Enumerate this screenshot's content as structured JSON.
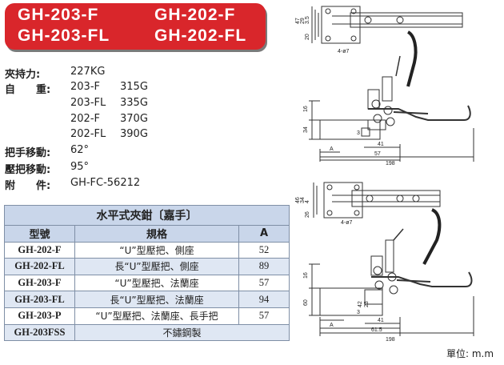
{
  "models": {
    "m1": "GH-203-F",
    "m2": "GH-202-F",
    "m3": "GH-203-FL",
    "m4": "GH-202-FL"
  },
  "specs": {
    "force_label": "夾持力:",
    "force_value": "227KG",
    "weight_label": "自　　重:",
    "weights": [
      {
        "model": "203-F",
        "value": "315G"
      },
      {
        "model": "203-FL",
        "value": "335G"
      },
      {
        "model": "202-F",
        "value": "370G"
      },
      {
        "model": "202-FL",
        "value": "390G"
      }
    ],
    "handle_label": "把手移動:",
    "handle_value": "62°",
    "bar_label": "壓把移動:",
    "bar_value": "95°",
    "accessory_label": "附　　件:",
    "accessory_value": "GH-FC-56212"
  },
  "table": {
    "title": "水平式夾鉗〔嘉手〕",
    "headers": [
      "型號",
      "規格",
      "A"
    ],
    "rows": [
      {
        "model": "GH-202-F",
        "spec": "“U”型壓把、側座",
        "a": "52"
      },
      {
        "model": "GH-202-FL",
        "spec": "長“U”型壓把、側座",
        "a": "89"
      },
      {
        "model": "GH-203-F",
        "spec": "“U”型壓把、法蘭座",
        "a": "57"
      },
      {
        "model": "GH-203-FL",
        "spec": "長“U”型壓把、法蘭座",
        "a": "94"
      },
      {
        "model": "GH-203-P",
        "spec": "“U”型壓把、法蘭座、長手把",
        "a": "57"
      },
      {
        "model": "GH-203FSS",
        "spec": "不鏽鋼製",
        "a": ""
      }
    ]
  },
  "drawing": {
    "top": {
      "hole_note": "4-ø7",
      "dim_h1": "47",
      "dim_h2": "29",
      "dim_h3": "3.5",
      "dim_h4": "20",
      "dim_16": "16",
      "dim_34": "34",
      "dim_3": "3",
      "dim_41": "41",
      "dim_57": "57",
      "dim_a": "A",
      "dim_198": "198"
    },
    "bottom": {
      "hole_note": "4-ø7",
      "dim_h1": "46",
      "dim_h2": "34",
      "dim_h3": "4",
      "dim_h4": "26",
      "dim_16": "16",
      "dim_60": "60",
      "dim_42": "42",
      "dim_23": "23",
      "dim_3": "3",
      "dim_41": "41",
      "dim_615": "61.5",
      "dim_a": "A",
      "dim_198": "198"
    },
    "unit": "單位: m.m"
  },
  "colors": {
    "banner": "#d9262b",
    "table_header": "#c9d6ea",
    "table_shade": "#dfe7f3"
  }
}
